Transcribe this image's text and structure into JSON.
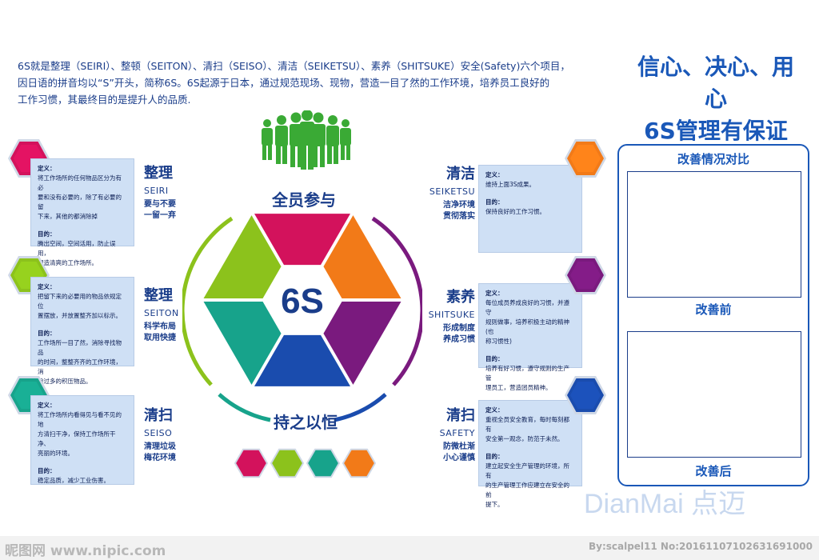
{
  "intro": {
    "line1": "6S就是整理（SEIRI）、整顿（SEITON）、清扫（SEISO）、清洁（SEIKETSU）、素养（SHITSUKE）安全(Safety)六个项目，",
    "line2": "因日语的拼音均以“S”开头，简称6S。6S起源于日本，通过规范现场、现物，营造一目了然的工作环境，培养员工良好的",
    "line3": "工作习惯，其最终目的是提升人的品质."
  },
  "slogan": {
    "line1": "信心、决心、用心",
    "line2": "6S管理有保证"
  },
  "center": {
    "top_label": "全员参与",
    "core": "6S",
    "bottom_label": "持之以恒"
  },
  "left_items": [
    {
      "title": "整理",
      "en": "SEIRI",
      "desc1": "要与不要",
      "desc2": "一留一弃",
      "color": "#d3125c",
      "def_label": "定义：",
      "def1": "将工作场所的任何物品区分为有必",
      "def2": "要和没有必要的，除了有必要的留",
      "def3": "下来，其他的都消除掉",
      "goal_label": "目的：",
      "goal1": "腾出空间，空间活用，防止误用，",
      "goal2": "塑造清爽的工作场所。",
      "goal3": ""
    },
    {
      "title": "整理",
      "en": "SEITON",
      "desc1": "科学布局",
      "desc2": "取用快捷",
      "color": "#8cc21c",
      "def_label": "定义：",
      "def1": "把留下来的必要用的物品依规定位",
      "def2": "置摆放，并放置整齐加以标示。",
      "def3": "",
      "goal_label": "目的：",
      "goal1": "工作场所一目了然，消除寻找物品",
      "goal2": "的时间，整整齐齐的工作环境，消",
      "goal3": "除过多的积压物品。"
    },
    {
      "title": "清扫",
      "en": "SEISO",
      "desc1": "清理垃圾",
      "desc2": "梅花环境",
      "color": "#17a38b",
      "def_label": "定义：",
      "def1": "将工作场所内看得见与看不见的地",
      "def2": "方清扫干净，保持工作场所干净、",
      "def3": "亮丽的环境。",
      "goal_label": "目的：",
      "goal1": "稳定品质，减少工业伤害。",
      "goal2": "",
      "goal3": ""
    }
  ],
  "right_items": [
    {
      "title": "清洁",
      "en": "SEIKETSU",
      "desc1": "洁净环境",
      "desc2": "贯彻落实",
      "color": "#f27a18",
      "def_label": "定义：",
      "def1": "维持上面3S成果。",
      "def2": "",
      "def3": "",
      "goal_label": "目的：",
      "goal1": "保持良好的工作习惯。",
      "goal2": "",
      "goal3": ""
    },
    {
      "title": "素养",
      "en": "SHITSUKE",
      "desc1": "形成制度",
      "desc2": "养成习惯",
      "color": "#7a1a7e",
      "def_label": "定义：",
      "def1": "每位成员养成良好的习惯，并遵守",
      "def2": "规则做事，培养积极主动的精神(也",
      "def3": "称习惯性)",
      "goal_label": "目的：",
      "goal1": "培养有好习惯，遵守规则的生产管",
      "goal2": "理员工，营造团员精神。",
      "goal3": ""
    },
    {
      "title": "清扫",
      "en": "SAFETY",
      "desc1": "防微杜渐",
      "desc2": "小心谨慎",
      "color": "#1a4cae",
      "def_label": "定义：",
      "def1": "重视全员安全教育，每时每刻都有",
      "def2": "安全第一观念，防范于未然。",
      "def3": "",
      "goal_label": "目的：",
      "goal1": "建立起安全生产管理的环境，所有",
      "goal2": "的生产管理工作应建立在安全的前",
      "goal3": "提下。"
    }
  ],
  "wheel_colors": [
    "#f27a18",
    "#7a1a7e",
    "#1a4cae",
    "#17a38b",
    "#8cc21c",
    "#d3125c"
  ],
  "mini_hex_colors": [
    "#d3125c",
    "#8cc21c",
    "#17a38b",
    "#f27a18"
  ],
  "panel": {
    "title": "改善情况对比",
    "before": "改善前",
    "after": "改善后"
  },
  "watermarks": {
    "brand": "DianMai 点迈",
    "site": "昵图网 www.nipic.com",
    "id": "By:scalpel11 No:20161107102631691000"
  }
}
